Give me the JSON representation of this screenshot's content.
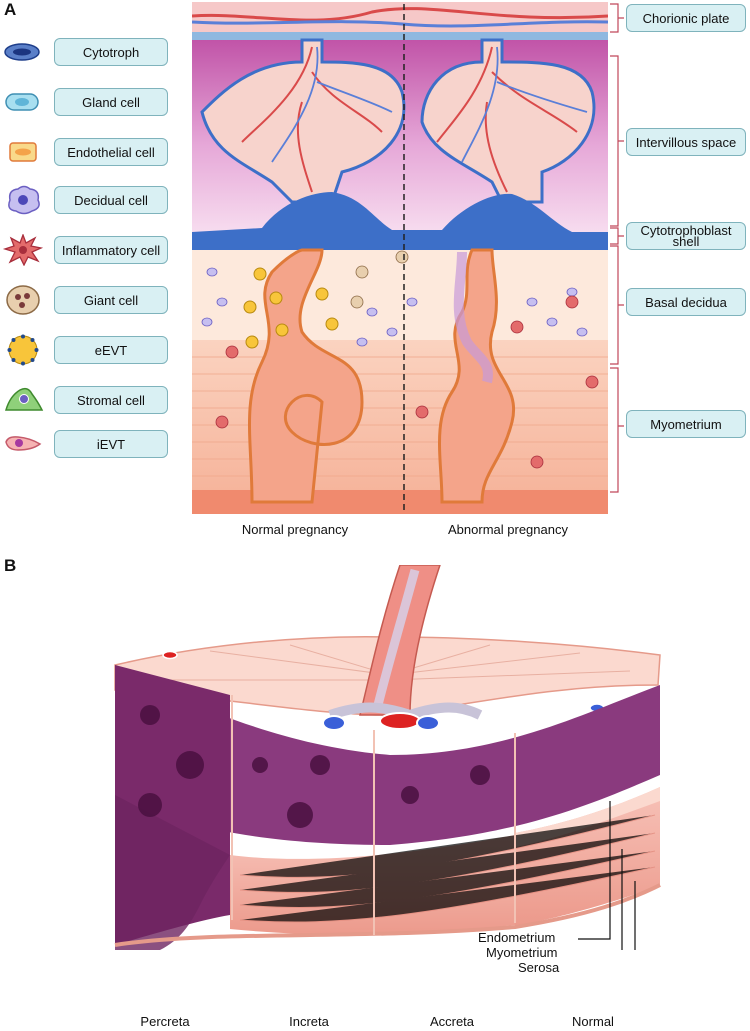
{
  "panel_a": {
    "letter": "A",
    "legend": [
      {
        "label": "Cytotroph",
        "icon": "cytotroph-icon"
      },
      {
        "label": "Gland cell",
        "icon": "gland-cell-icon"
      },
      {
        "label": "Endothelial cell",
        "icon": "endothelial-cell-icon"
      },
      {
        "label": "Decidual cell",
        "icon": "decidual-cell-icon"
      },
      {
        "label": "Inflammatory cell",
        "icon": "inflammatory-cell-icon"
      },
      {
        "label": "Giant cell",
        "icon": "giant-cell-icon"
      },
      {
        "label": "eEVT",
        "icon": "eevt-icon"
      },
      {
        "label": "Stromal cell",
        "icon": "stromal-cell-icon"
      },
      {
        "label": "iEVT",
        "icon": "ievt-icon"
      }
    ],
    "regions": [
      {
        "label": "Chorionic plate"
      },
      {
        "label": "Intervillous space"
      },
      {
        "label": "Cytotrophoblast shell"
      },
      {
        "label": "Basal decidua"
      },
      {
        "label": "Myometrium"
      }
    ],
    "captions": {
      "left": "Normal pregnancy",
      "right": "Abnormal pregnancy"
    }
  },
  "panel_b": {
    "letter": "B",
    "layers": {
      "endometrium": "Endometrium",
      "myometrium": "Myometrium",
      "serosa": "Serosa"
    },
    "columns": [
      "Percreta",
      "Increta",
      "Accreta",
      "Normal"
    ]
  },
  "colors": {
    "teal_box": "#d9f0f3",
    "teal_border": "#7fb3bc",
    "bracket": "#c0475a",
    "placenta_purple": "#7a2a6a",
    "myometrium_pink": "#f2a59a"
  }
}
